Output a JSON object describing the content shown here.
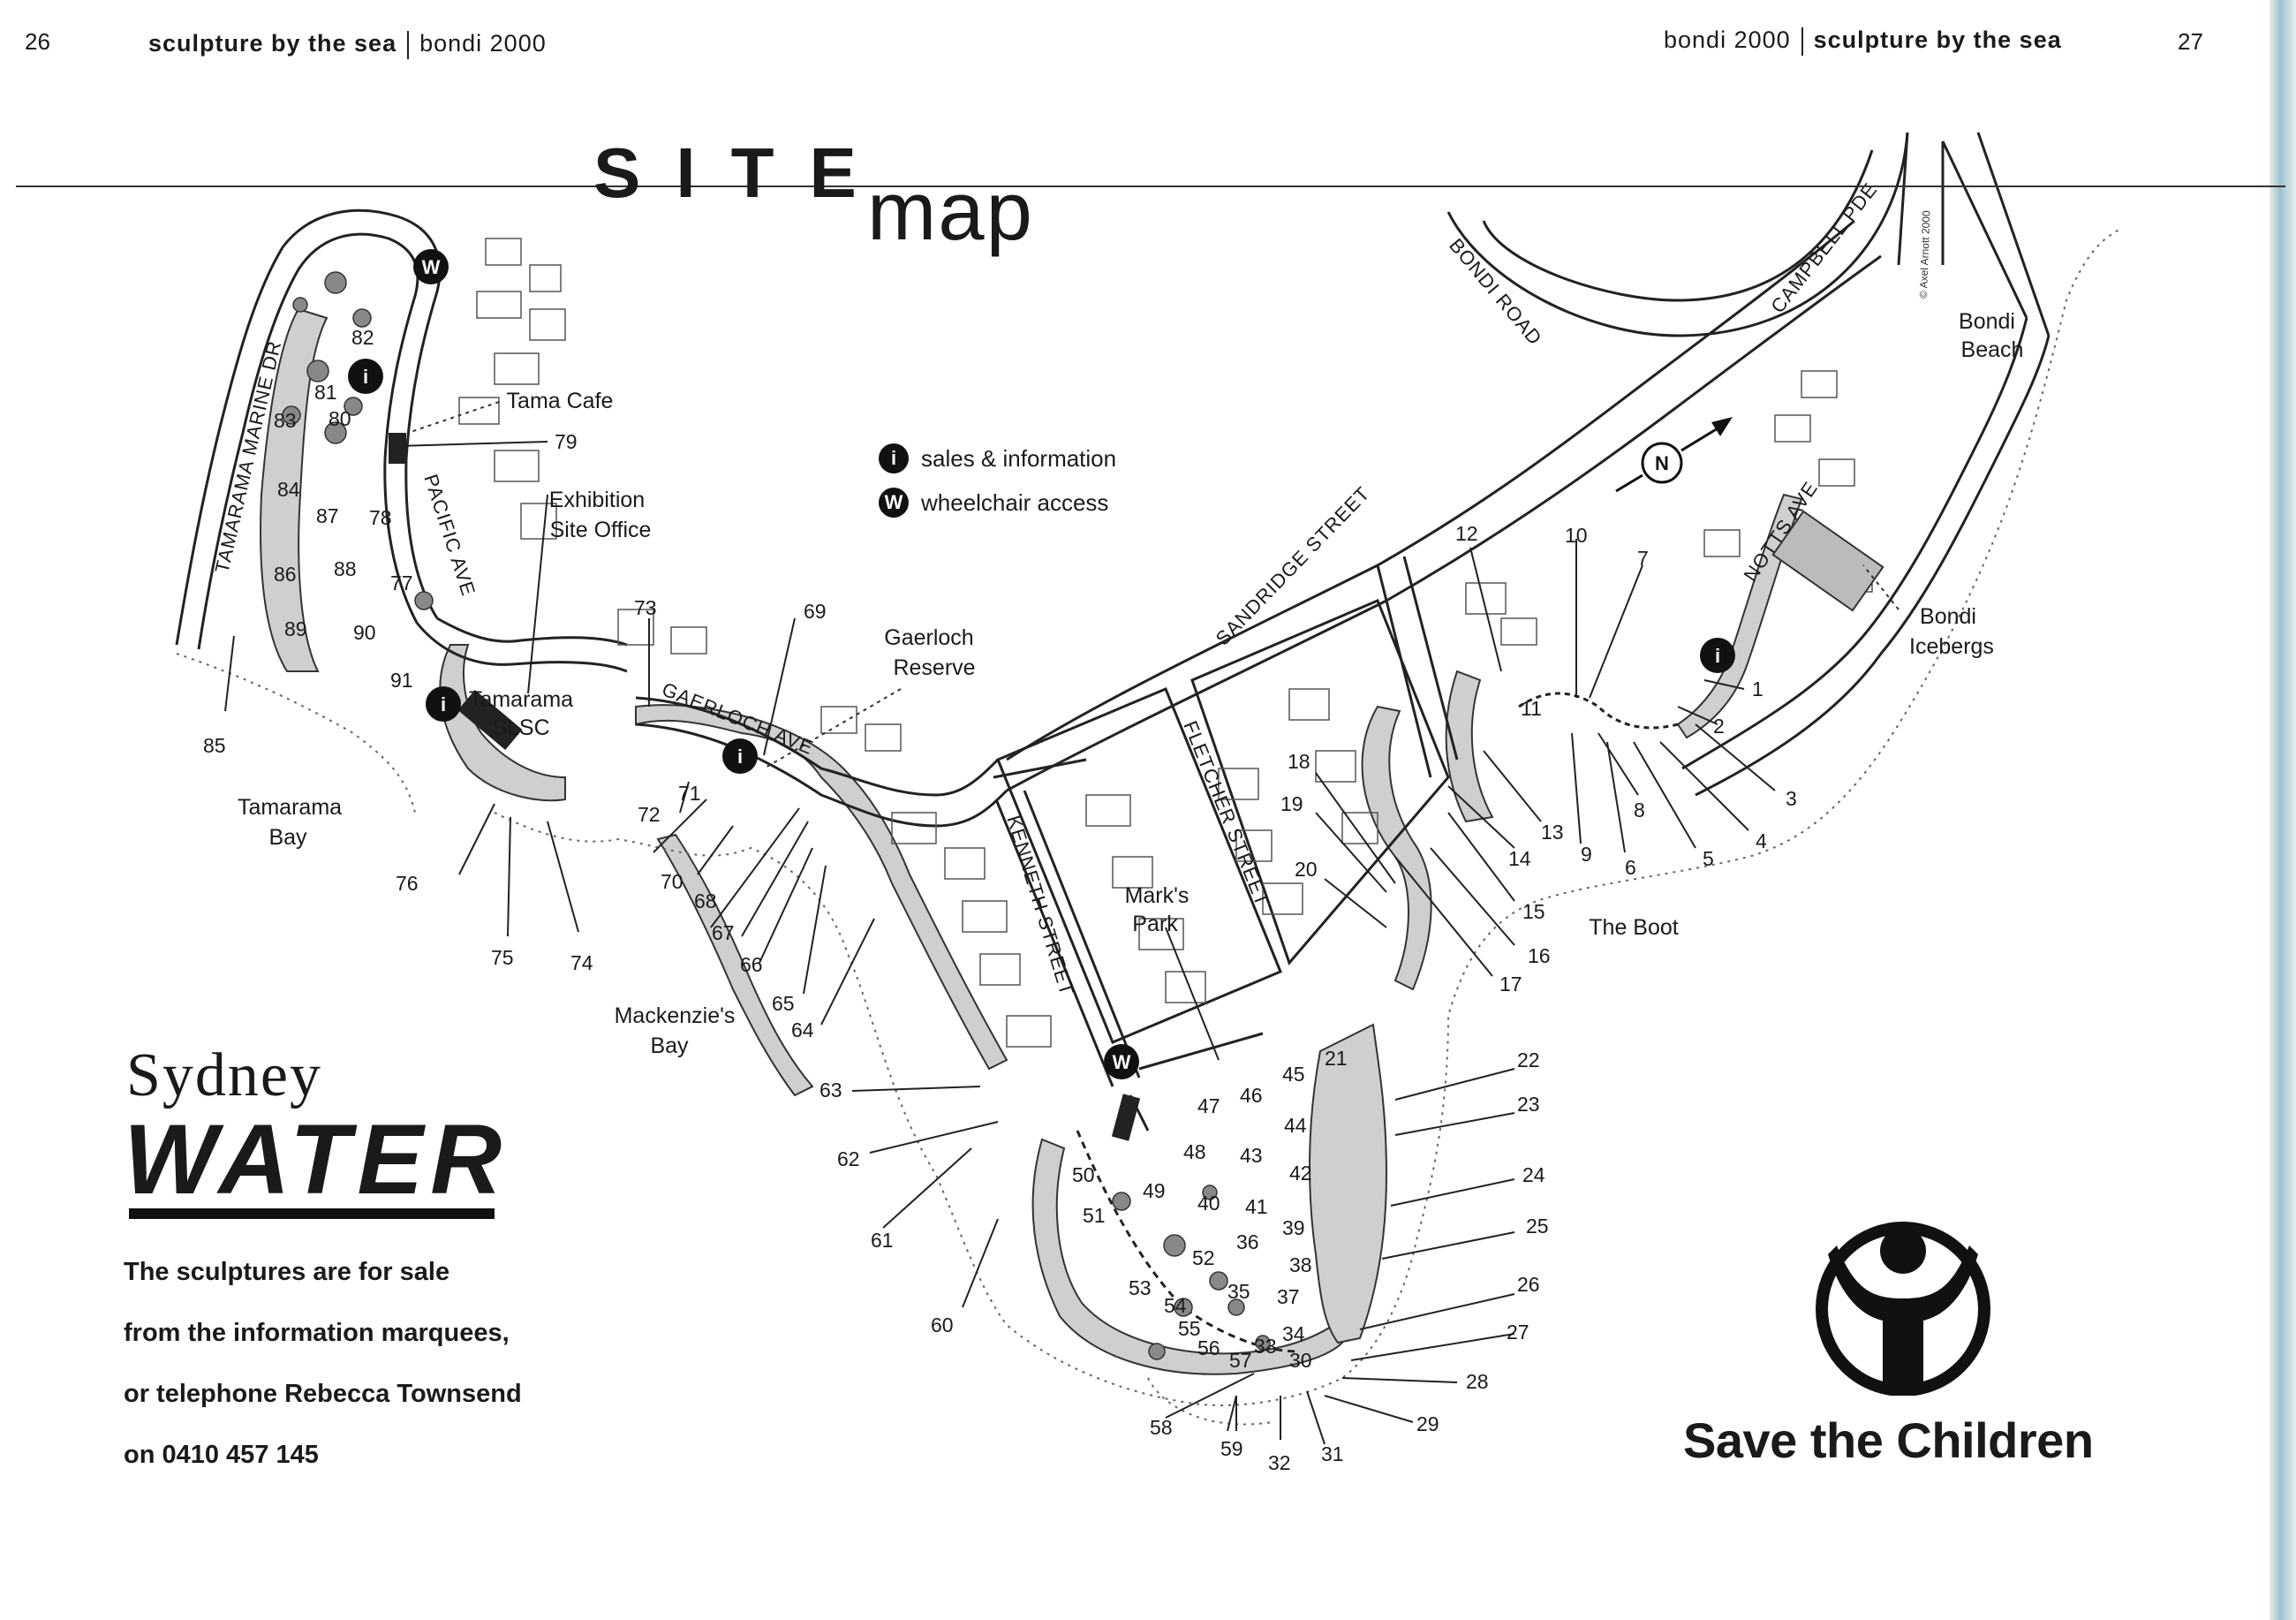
{
  "header": {
    "left_page_number": "26",
    "left_title_bold": "sculpture by the sea",
    "left_title_regular": "bondi 2000",
    "right_title_regular": "bondi 2000",
    "right_title_bold": "sculpture by the sea",
    "right_page_number": "27"
  },
  "title": {
    "word1": "SITE",
    "word2": "map"
  },
  "legend": {
    "sales": "sales & information",
    "wheelchair": "wheelchair access",
    "sales_glyph": "i",
    "wheelchair_glyph": "W"
  },
  "compass_letter": "N",
  "copyright": "© Axel Arnott 2000",
  "streets": {
    "tamarama_marine": "TAMARAMA MARINE DR",
    "pacific": "PACIFIC AVE",
    "gaerloch": "GAERLOCH AVE",
    "kenneth": "KENNETH STREET",
    "fletcher": "FLETCHER STREET",
    "sandridge": "SANDRIDGE STREET",
    "bondi_road": "BONDI ROAD",
    "campbell": "CAMPBELL PDE",
    "notts": "NOTTS AVE"
  },
  "places": {
    "tama_cafe": "Tama Cafe",
    "exhibition_1": "Exhibition",
    "exhibition_2": "Site Office",
    "tamarama_slsc_1": "Tamarama",
    "tamarama_slsc_2": "SLSC",
    "tamarama_bay_1": "Tamarama",
    "tamarama_bay_2": "Bay",
    "gaerloch_1": "Gaerloch",
    "gaerloch_2": "Reserve",
    "mackenzies_1": "Mackenzie's",
    "mackenzies_2": "Bay",
    "marks_1": "Mark's",
    "marks_2": "Park",
    "the_boot": "The Boot",
    "bondi_beach_1": "Bondi",
    "bondi_beach_2": "Beach",
    "bondi_icebergs_1": "Bondi",
    "bondi_icebergs_2": "Icebergs"
  },
  "sculpture_numbers": {
    "n1": "1",
    "n2": "2",
    "n3": "3",
    "n4": "4",
    "n5": "5",
    "n6": "6",
    "n7": "7",
    "n8": "8",
    "n9": "9",
    "n10": "10",
    "n11": "11",
    "n12": "12",
    "n13": "13",
    "n14": "14",
    "n15": "15",
    "n16": "16",
    "n17": "17",
    "n18": "18",
    "n19": "19",
    "n20": "20",
    "n21": "21",
    "n22": "22",
    "n23": "23",
    "n24": "24",
    "n25": "25",
    "n26": "26",
    "n27": "27",
    "n28": "28",
    "n29": "29",
    "n30": "30",
    "n31": "31",
    "n32": "32",
    "n33": "33",
    "n34": "34",
    "n35": "35",
    "n36": "36",
    "n37": "37",
    "n38": "38",
    "n39": "39",
    "n40": "40",
    "n41": "41",
    "n42": "42",
    "n43": "43",
    "n44": "44",
    "n45": "45",
    "n46": "46",
    "n47": "47",
    "n48": "48",
    "n49": "49",
    "n50": "50",
    "n51": "51",
    "n52": "52",
    "n53": "53",
    "n54": "54",
    "n55": "55",
    "n56": "56",
    "n57": "57",
    "n58": "58",
    "n59": "59",
    "n60": "60",
    "n61": "61",
    "n62": "62",
    "n63": "63",
    "n64": "64",
    "n65": "65",
    "n66": "66",
    "n67": "67",
    "n68": "68",
    "n69": "69",
    "n70": "70",
    "n71": "71",
    "n72": "72",
    "n73": "73",
    "n74": "74",
    "n75": "75",
    "n76": "76",
    "n77": "77",
    "n78": "78",
    "n79": "79",
    "n80": "80",
    "n81": "81",
    "n82": "82",
    "n83": "83",
    "n84": "84",
    "n85": "85",
    "n86": "86",
    "n87": "87",
    "n88": "88",
    "n89": "89",
    "n90": "90",
    "n91": "91"
  },
  "sponsor": {
    "sydney": "Sydney",
    "water": "WATER",
    "sale_line1": "The sculptures are for sale",
    "sale_line2": "from the information marquees,",
    "sale_line3": "or telephone Rebecca Townsend",
    "sale_line4": "on 0410 457 145",
    "save_the_children": "Save the Children"
  },
  "colors": {
    "land_shade": "#c8c8c8",
    "ink": "#1a1a1a",
    "edge_blue": "#9fc3cc"
  }
}
